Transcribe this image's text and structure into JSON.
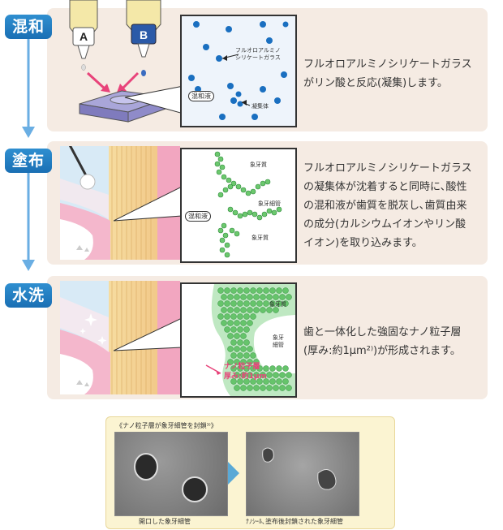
{
  "steps": [
    {
      "label": "混和",
      "description_lines": [
        "フルオロアルミノシリケートガラス",
        "がリン酸と反応(凝集)します。"
      ],
      "inset_labels": {
        "glass": "フルオロアルミノ\nシリケートガラス",
        "mix": "混和液",
        "aggregate": "凝集体"
      },
      "bottle_labels": [
        "A",
        "B"
      ]
    },
    {
      "label": "塗布",
      "description_lines": [
        "フルオロアルミノシリケートガラス",
        "の凝集体が沈着すると同時に､酸性",
        "の混和液が歯質を脱灰し､歯質由来",
        "の成分(カルシウムイオンやリン酸",
        "イオン)を取り込みます。"
      ],
      "inset_labels": {
        "dentin_top": "象牙質",
        "tubule": "象牙細管",
        "dentin_bottom": "象牙質",
        "mix": "混和液"
      }
    },
    {
      "label": "水洗",
      "description_lines": [
        "歯と一体化した強固なナノ粒子層",
        "(厚み:約1µm²⁾)が形成されます。"
      ],
      "inset_labels": {
        "dentin_top": "象牙質",
        "tubule": "象牙\n細管",
        "layer_line1": "ナノ粒子層",
        "layer_line2": "厚み:約1µm"
      }
    }
  ],
  "sem": {
    "title": "《ナノ粒子層が象牙細管を封鎖³⁾》",
    "left_caption": "開口した象牙細管",
    "right_caption": "ﾅﾉｼｰﾙ､塗布後封鎖された象牙細管"
  },
  "colors": {
    "step_blue": "#1f78be",
    "panel_bg": "#f5ebe3",
    "particle_blue": "#1a6fc0",
    "particle_green": "#3cb44a",
    "arrow_pink": "#e8437a"
  }
}
